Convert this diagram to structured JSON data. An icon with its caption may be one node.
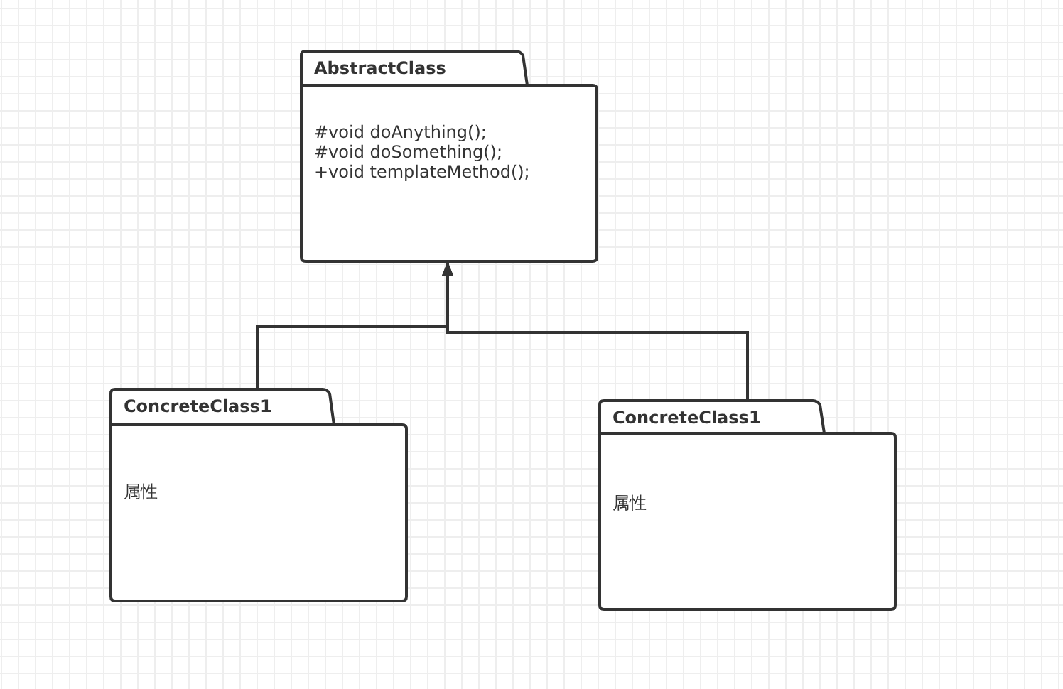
{
  "diagram": {
    "nodes": [
      {
        "text": [
          "AbstractClass",
          "#void doAnything();",
          "#void doSomething();",
          "+void templateMethod();"
        ]
      },
      {
        "text": [
          "ConcreteClass1",
          "属性"
        ]
      },
      {
        "text": [
          "ConcreteClass1",
          "属性"
        ]
      }
    ],
    "edges": [
      {
        "from": 1,
        "to": 0,
        "arrow": "to"
      },
      {
        "from": 2,
        "to": 0,
        "arrow": "to"
      }
    ]
  }
}
